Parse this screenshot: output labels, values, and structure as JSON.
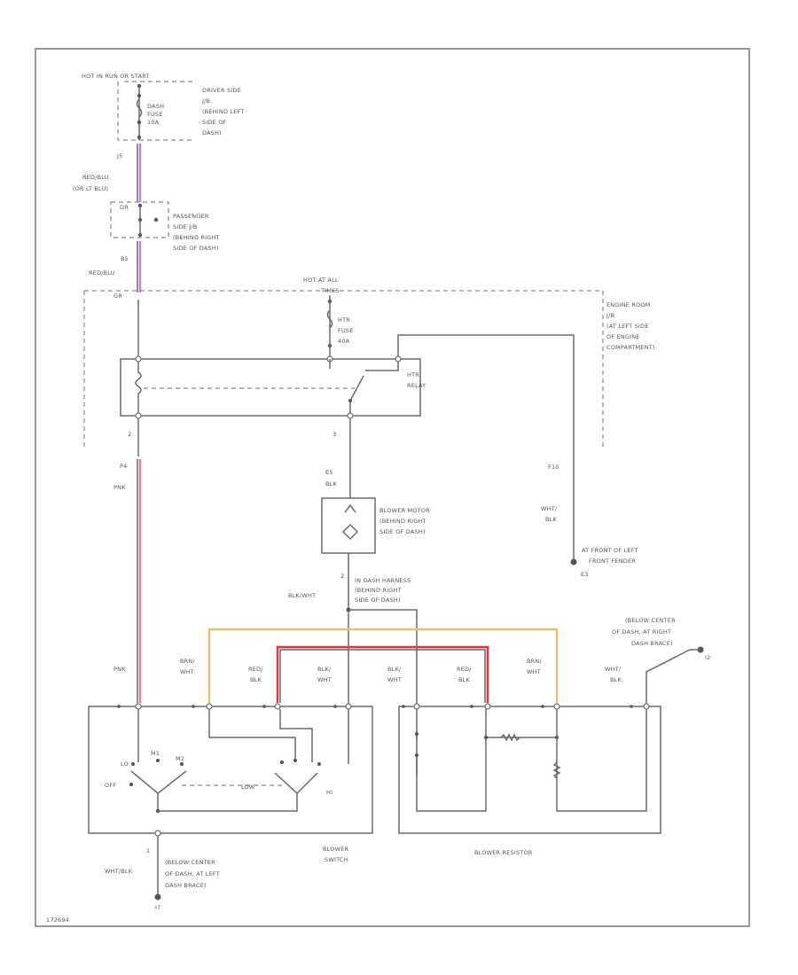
{
  "colors": {
    "wire": "#6a6a6a",
    "violet": "#c080e0",
    "pink": "#f07a9c",
    "tan": "#e8c070",
    "red": "#f03040"
  },
  "top": {
    "hot": "HOT IN RUN OR START",
    "fuse_name": "DASH",
    "fuse_word": "FUSE",
    "fuse_amps": "10A",
    "driver_jb": [
      "DRIVER SIDE",
      "J/B",
      "(BEHIND LEFT",
      "SIDE OF",
      "DASH)"
    ]
  },
  "upper_wire": {
    "pin": "J5",
    "color1": "RED/BLU",
    "color2": "(OR LT BLU)"
  },
  "passenger_jb": {
    "pin": "DR",
    "lines": [
      "PASSENGER",
      "SIDE J/B",
      "(BEHIND RIGHT",
      "SIDE OF DASH)"
    ]
  },
  "mid_wire": {
    "pin": "B5",
    "color": "RED/BLU",
    "pin2": "GR"
  },
  "engine_jb": {
    "hot": "HOT AT ALL",
    "times": "TIMES",
    "fuse_name": "HTR",
    "fuse_word": "FUSE",
    "fuse_amps": "40A",
    "lines": [
      "ENGINE ROOM",
      "J/B",
      "(AT LEFT SIDE",
      "OF ENGINE",
      "COMPARTMENT)"
    ],
    "relay": [
      "HTR",
      "RELAY"
    ],
    "pin_left": "2",
    "pin_mid": "3"
  },
  "pink_wire": {
    "pin": "P4",
    "color": "PNK"
  },
  "motor_in": {
    "pin": "E5",
    "color": "BLK"
  },
  "blower_motor": [
    "BLOWER MOTOR",
    "(BEHIND RIGHT",
    "SIDE OF DASH)"
  ],
  "motor_out": {
    "pin": "2",
    "color": "BLK/WHT",
    "harness": [
      "IN DASH HARNESS",
      "(BEHIND RIGHT",
      "SIDE OF DASH)"
    ]
  },
  "right_wire": {
    "pin": "F10",
    "color1": "WHT/",
    "color2": "BLK",
    "ground": [
      "AT FRONT OF LEFT",
      "FRONT FENDER",
      "E3"
    ]
  },
  "right_ground": {
    "lines": [
      "(BELOW CENTER",
      "OF DASH, AT RIGHT",
      "DASH BRACE)"
    ],
    "id": "I2"
  },
  "switch_wires": [
    {
      "c1": "PNK",
      "c2": ""
    },
    {
      "c1": "BRN/",
      "c2": "WHT"
    },
    {
      "c1": "RED/",
      "c2": "BLK"
    },
    {
      "c1": "BLK/",
      "c2": "WHT"
    }
  ],
  "resistor_wires": [
    {
      "c1": "BLK/",
      "c2": "WHT"
    },
    {
      "c1": "RED/",
      "c2": "BLK"
    },
    {
      "c1": "BRN/",
      "c2": "WHT"
    },
    {
      "c1": "WHT/",
      "c2": "BLK"
    }
  ],
  "switch_positions": {
    "off": "OFF",
    "lo": "LO",
    "m1": "M1",
    "m2": "M2",
    "low": "LOW",
    "hi": "HI"
  },
  "blower_switch": [
    "BLOWER",
    "SWITCH"
  ],
  "blower_resistor": "BLOWER RESISTOR",
  "bottom_ground": {
    "pin": "1",
    "color": "WHT/BLK",
    "lines": [
      "(BELOW CENTER",
      "OF DASH, AT LEFT",
      "DASH BRACE)"
    ],
    "id": "I7"
  },
  "figure_id": "172694"
}
